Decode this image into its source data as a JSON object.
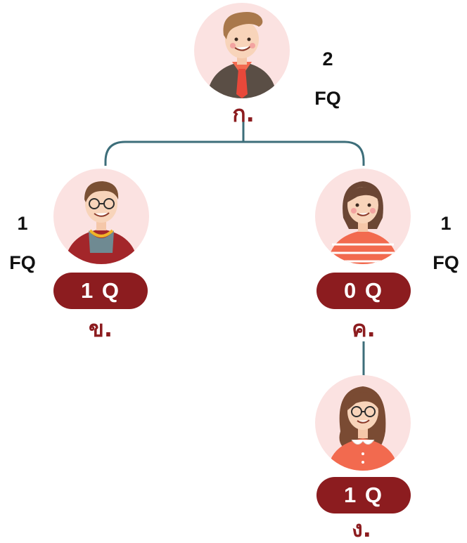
{
  "colors": {
    "connector": "#3d6e7a",
    "accent": "#8c1c1f",
    "avatar_bg": "#fbe2e1"
  },
  "nodes": {
    "root": {
      "label": "ก.",
      "fq_value": "2",
      "fq_unit": "FQ",
      "avatar": "man-with-tie-avatar"
    },
    "left": {
      "label": "ข.",
      "q": "1 Q",
      "fq_value": "1",
      "fq_unit": "FQ",
      "avatar": "man-with-glasses-avatar"
    },
    "right": {
      "label": "ค.",
      "q": "0 Q",
      "fq_value": "1",
      "fq_unit": "FQ",
      "avatar": "woman-striped-shirt-avatar"
    },
    "bottom": {
      "label": "ง.",
      "q": "1 Q",
      "avatar": "woman-with-glasses-avatar"
    }
  }
}
